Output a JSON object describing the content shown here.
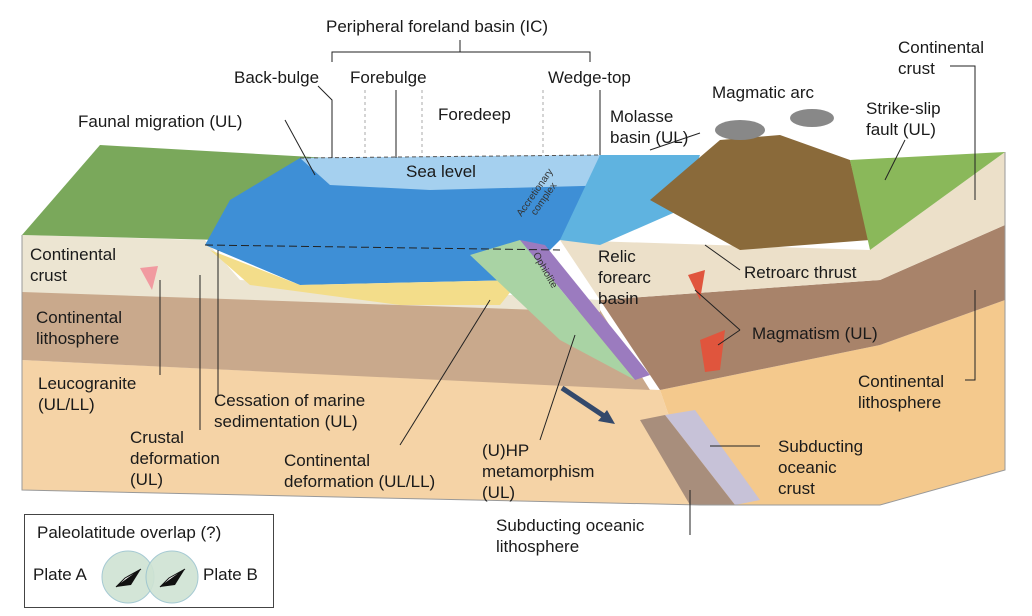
{
  "labels": {
    "peripheral": "Peripheral foreland basin (IC)",
    "back_bulge": "Back-bulge",
    "forebulge": "Forebulge",
    "foredeep": "Foredeep",
    "wedge_top": "Wedge-top",
    "faunal": "Faunal migration (UL)",
    "sea_level": "Sea level",
    "molasse": [
      "Molasse",
      "basin (UL)"
    ],
    "magmatic_arc": "Magmatic arc",
    "strike_slip": [
      "Strike-slip",
      "fault (UL)"
    ],
    "cont_crust_right": [
      "Continental",
      "crust"
    ],
    "cont_crust_left": [
      "Continental",
      "crust"
    ],
    "cont_litho_left": [
      "Continental",
      "lithosphere"
    ],
    "leucogranite": [
      "Leucogranite",
      "(UL/LL)"
    ],
    "cessation": [
      "Cessation of marine",
      "sedimentation (UL)"
    ],
    "crustal_def": [
      "Crustal",
      "deformation",
      "(UL)"
    ],
    "continental_def": [
      "Continental",
      "deformation (UL/LL)"
    ],
    "uhp": [
      "(U)HP",
      "metamorphism",
      "(UL)"
    ],
    "relic": [
      "Relic",
      "forearc",
      "basin"
    ],
    "retroarc": "Retroarc thrust",
    "magmatism": "Magmatism (UL)",
    "cont_litho_right": [
      "Continental",
      "lithosphere"
    ],
    "sub_crust": [
      "Subducting",
      "oceanic",
      "crust"
    ],
    "sub_litho": [
      "Subducting oceanic",
      "lithosphere"
    ],
    "accretionary": [
      "Accretionary",
      "complex"
    ],
    "ophiolite": "Ophiolite"
  },
  "legend": {
    "title": "Paleolatitude overlap (?)",
    "plate_a": "Plate A",
    "plate_b": "Plate B"
  }
}
